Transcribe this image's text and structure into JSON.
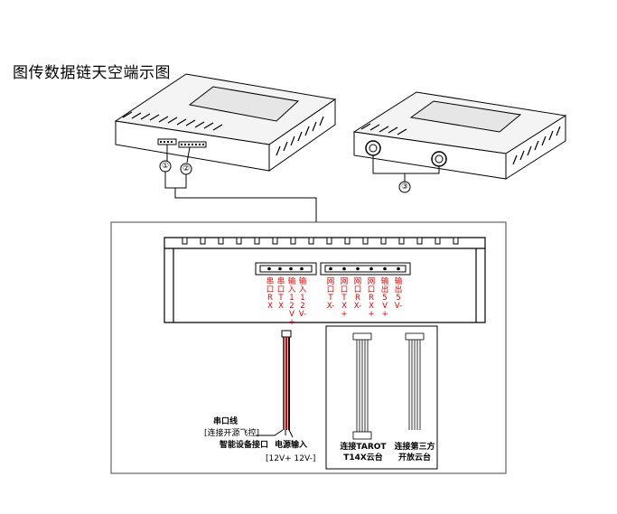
{
  "title": "图传数据链天空端示图",
  "callouts": {
    "c1": "①",
    "c2": "②",
    "c3": "③"
  },
  "pins": {
    "left": [
      "串口RX",
      "串口TX",
      "输入12V+",
      "输入12V-"
    ],
    "right": [
      "网口TX-",
      "网口TX+",
      "网口RX-",
      "网口RX+",
      "输出5V+",
      "输出5V-"
    ]
  },
  "labels": {
    "serial_line": "串口线",
    "serial_connect": "[连接开源飞控]",
    "smart_port": "智能设备接口",
    "power_in": "电源输入",
    "power_range": "[12V+ 12V-]",
    "tarot_1": "连接TAROT",
    "tarot_2": "T14X云台",
    "third_1": "连接第三方",
    "third_2": "开放云台"
  },
  "colors": {
    "pin_label": "#e00000",
    "wire_red": "#d00000",
    "wire_black": "#111111"
  }
}
